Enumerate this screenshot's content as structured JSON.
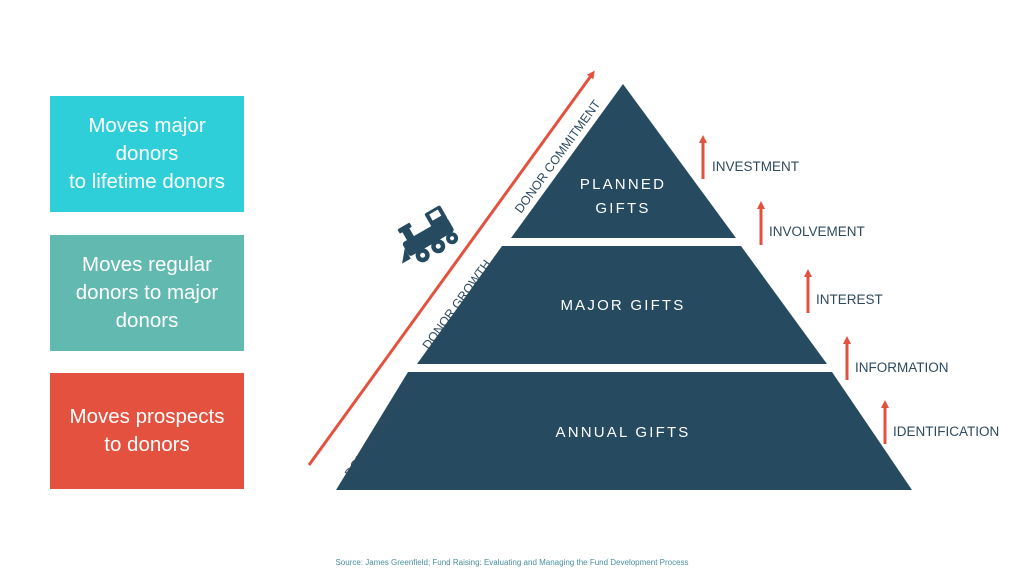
{
  "colors": {
    "pyramid": "#264a60",
    "accent_red": "#e4513e",
    "box_cyan": "#2ecfd8",
    "box_teal": "#62b9b0",
    "box_red": "#e4513e",
    "text_dark": "#2e4a5f"
  },
  "boxes": [
    {
      "text": "Moves major\ndonors\nto lifetime donors"
    },
    {
      "text": "Moves regular\ndonors to major\ndonors"
    },
    {
      "text": "Moves prospects\nto donors"
    }
  ],
  "pyramid": {
    "top": {
      "line1": "PLANNED",
      "line2": "GIFTS"
    },
    "middle": {
      "label": "MAJOR GIFTS"
    },
    "bottom": {
      "label": "ANNUAL GIFTS"
    }
  },
  "diagonal_labels": {
    "contact": "DONOR CONTACT",
    "growth": "DONOR GROWTH",
    "commitment": "DONOR COMMITMENT"
  },
  "steps": [
    "INVESTMENT",
    "INVOLVEMENT",
    "INTEREST",
    "INFORMATION",
    "IDENTIFICATION"
  ],
  "icon": "train-icon",
  "source": "Source: James Greenfield; Fund Raising: Evaluating and Managing the Fund Development Process"
}
